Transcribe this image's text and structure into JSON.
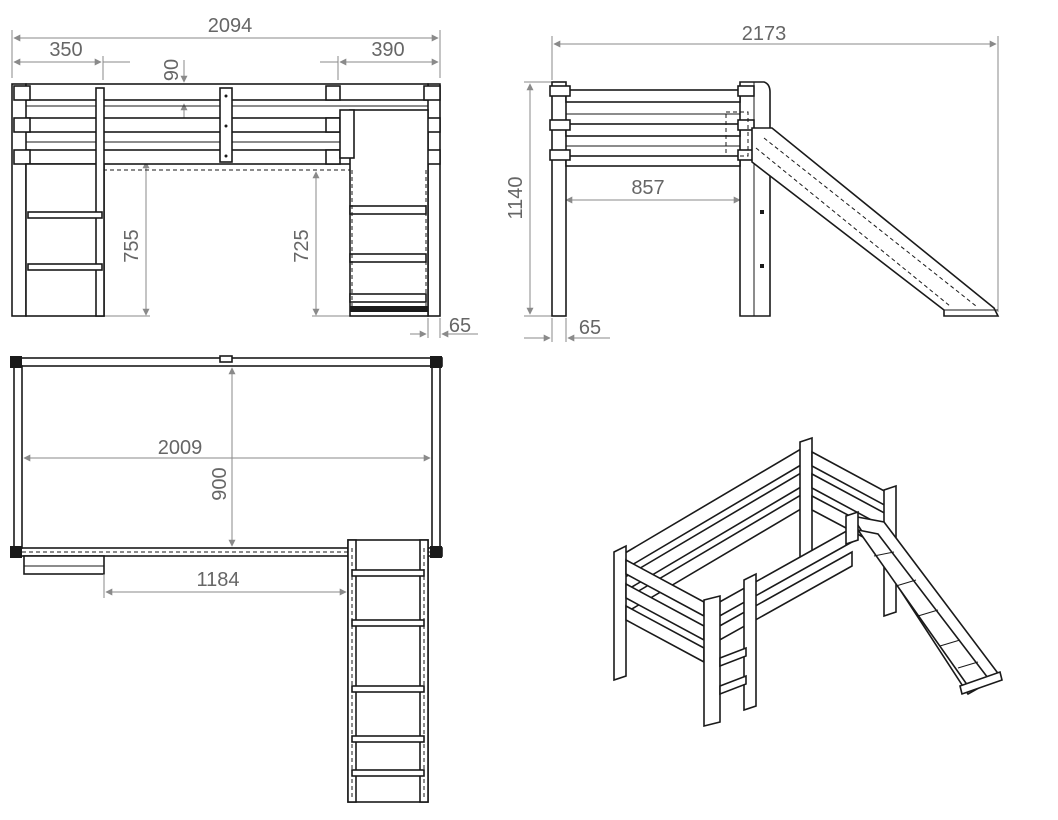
{
  "dimensions": {
    "front_width": "2094",
    "front_left_offset": "350",
    "front_right_offset": "390",
    "front_rail_height": "90",
    "front_under_height_left": "755",
    "front_under_height_right": "725",
    "front_post_thickness": "65",
    "side_total_width": "2173",
    "side_height": "1140",
    "side_inner_width": "857",
    "side_post_thickness": "65",
    "top_length": "2009",
    "top_width": "900",
    "top_ladder_offset": "1184"
  },
  "colors": {
    "line": "#1a1a1a",
    "dimension": "#8a8a8a",
    "text": "#666666"
  }
}
